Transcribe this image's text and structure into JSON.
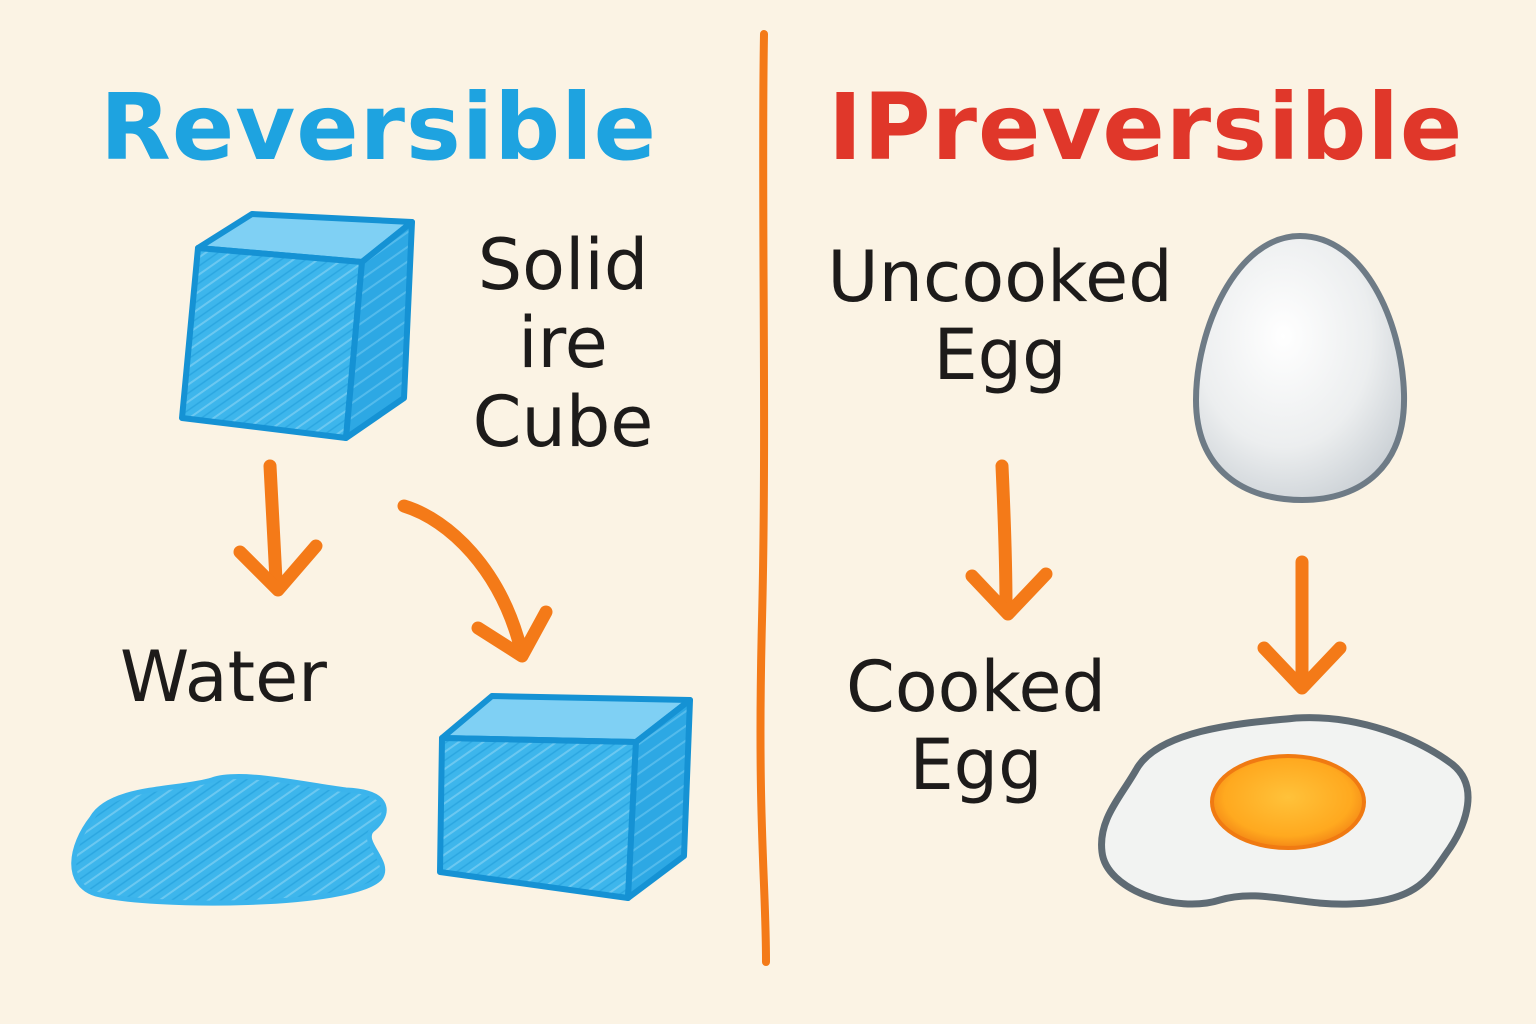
{
  "left_section": {
    "title": "Reversible",
    "title_color": "#1ea3e0",
    "solid_label": [
      "Solid",
      "ire",
      "Cube"
    ],
    "water_label": "Water",
    "icons": [
      "ice-cube-icon",
      "water-puddle-icon",
      "arrow-down-icon",
      "curved-arrow-icon"
    ]
  },
  "right_section": {
    "title": "IPreversible",
    "title_color": "#e0372a",
    "uncooked_label": [
      "Uncooked",
      "Egg"
    ],
    "cooked_label": [
      "Cooked",
      "Egg"
    ],
    "icons": [
      "raw-egg-icon",
      "fried-egg-icon",
      "arrow-down-icon"
    ]
  },
  "colors": {
    "background": "#fbf3e4",
    "ice_blue": "#36b2ea",
    "arrow_orange": "#f47a18",
    "text": "#1d1b1a",
    "divider": "#f47a18"
  }
}
